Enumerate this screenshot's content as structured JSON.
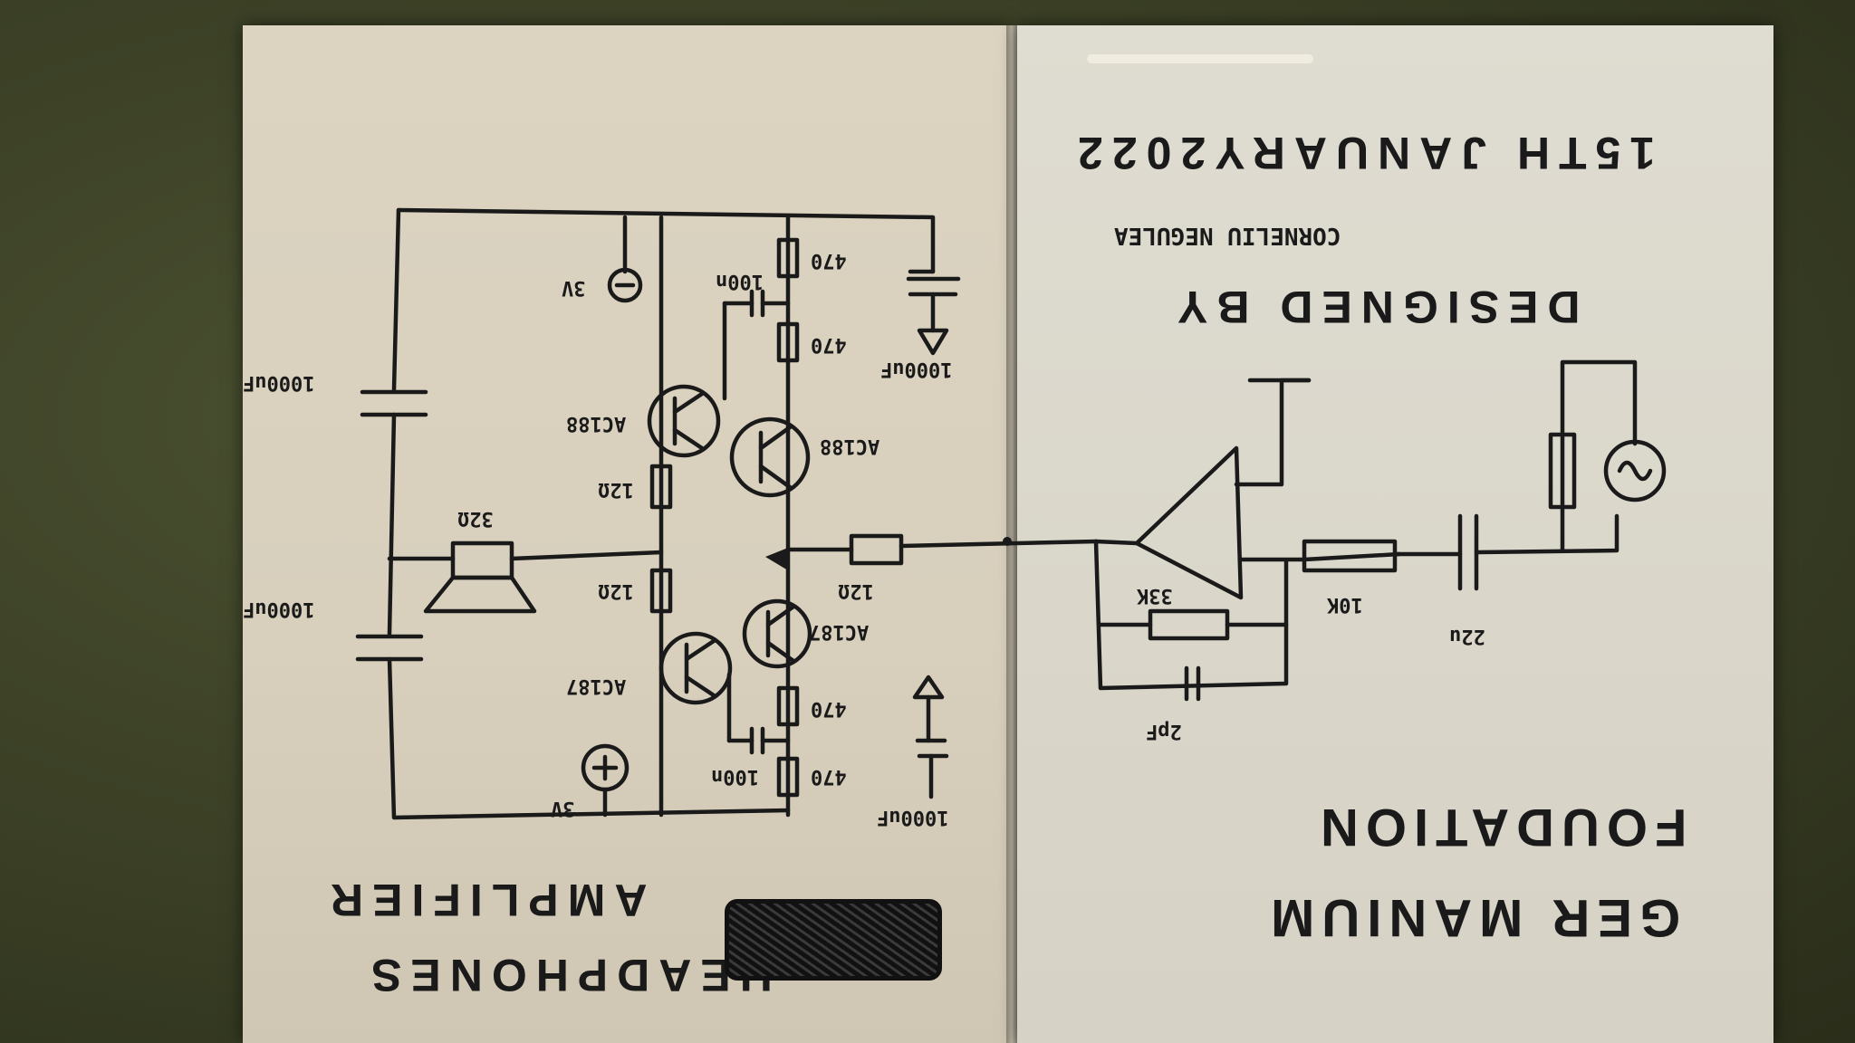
{
  "header_left": {
    "title_line1": "HEADPHONES",
    "title_line2": "AMPLIFIER"
  },
  "header_right": {
    "title_line1": "GER MANIUM",
    "title_line2": "FOUDATION",
    "credit_line1": "DESIGNED BY",
    "credit_line2": "CORNELIU NEGULEA",
    "date": "15TH JANUARY2022"
  },
  "components": {
    "supply_neg": "3V",
    "supply_pos": "3V",
    "cap_top_left": "1000uF",
    "cap_bottom_left": "1000uF",
    "cap_top_right": "1000uF",
    "cap_bottom_right": "1000uF",
    "speaker": "32Ω",
    "q1": "AC188",
    "q2": "AC187",
    "q3": "AC188",
    "q4": "AC187",
    "r_emitter_top": "12Ω",
    "r_emitter_bottom": "12Ω",
    "r_470_1": "470",
    "r_470_2": "470",
    "r_470_3": "470",
    "r_470_4": "470",
    "c_100n_top": "100n",
    "c_100n_bottom": "100n",
    "r_input": "12Ω",
    "r_feedback": "33K",
    "c_feedback": "2pF",
    "r_10k": "10K",
    "c_22u": "22u"
  },
  "colors": {
    "ink": "#1a1a1a",
    "paper": "#dcd4c1",
    "background": "#3a3f25"
  }
}
